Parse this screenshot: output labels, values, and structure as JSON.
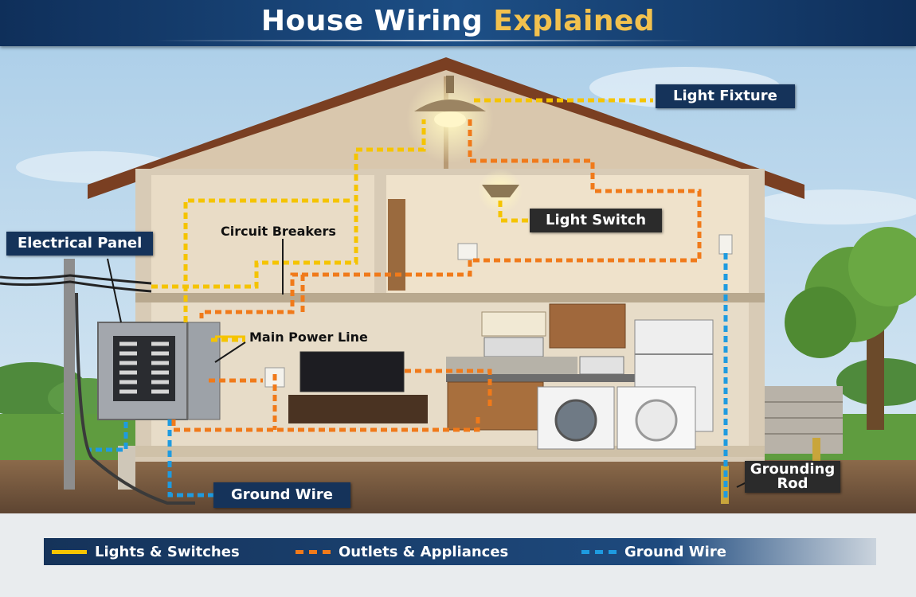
{
  "title": {
    "part1": "House Wiring",
    "part2": "Explained"
  },
  "labels": {
    "light_fixture": "Light Fixture",
    "light_switch": "Light Switch",
    "electrical_panel": "Electrical Panel",
    "circuit_breakers": "Circuit Breakers",
    "main_power_line": "Main Power Line",
    "ground_wire": "Ground Wire",
    "grounding_rod_1": "Grounding",
    "grounding_rod_2": "Rod"
  },
  "legend": [
    {
      "label": "Lights & Switches",
      "color": "#f5c400"
    },
    {
      "label": "Outlets & Appliances",
      "color": "#f07a1a"
    },
    {
      "label": "Ground Wire",
      "color": "#1e9be0"
    }
  ],
  "colors": {
    "lights_wire": "#f5c400",
    "outlet_wire": "#f07a1a",
    "ground_wire": "#1e9be0",
    "label_bg": "#15335a",
    "title_accent": "#f2c14e"
  }
}
